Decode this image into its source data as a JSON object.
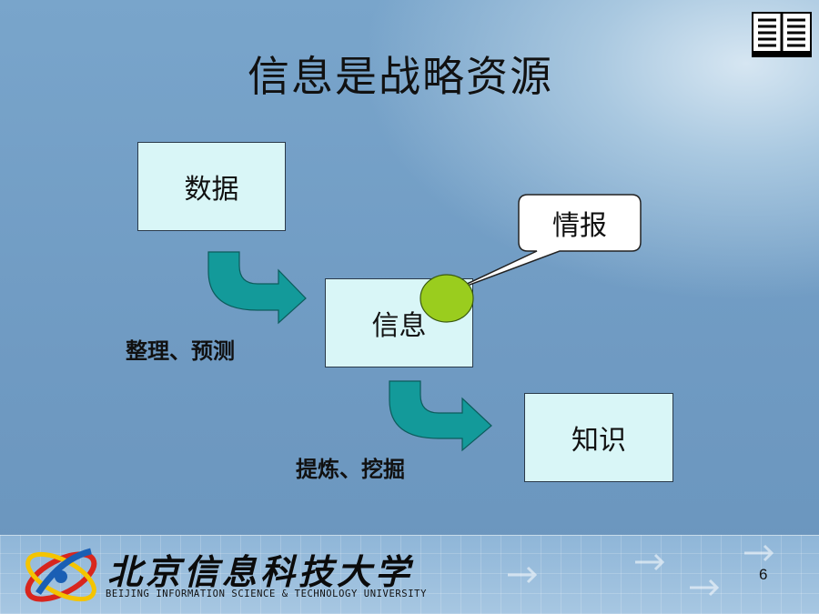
{
  "title": "信息是战略资源",
  "nodes": {
    "data": "数据",
    "information": "信息",
    "knowledge": "知识",
    "intelligence": "情报"
  },
  "edges": {
    "data_to_information": "整理、预测",
    "information_to_knowledge": "提炼、挖掘"
  },
  "footer": {
    "university_cn": "北京信息科技大学",
    "university_en": "BEIJING INFORMATION SCIENCE & TECHNOLOGY UNIVERSITY",
    "page_number": "6"
  },
  "icons": {
    "top_right": "book-icon",
    "logo": "university-logo-icon"
  },
  "colors": {
    "box_fill": "#d9f6f7",
    "arrow_fill": "#139a9a",
    "circle_fill": "#9acd1e",
    "background": "#79a5cb"
  }
}
